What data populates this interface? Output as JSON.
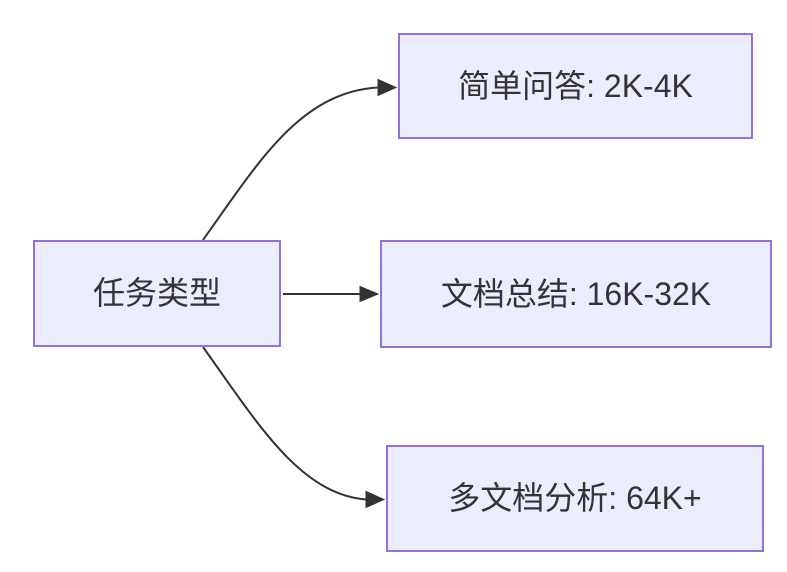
{
  "diagram": {
    "type": "flowchart",
    "direction": "left-to-right",
    "colors": {
      "node_fill": "#ECECFF",
      "node_border": "#9370DB",
      "edge": "#333333",
      "text": "#333333",
      "background": "#FFFFFF"
    },
    "nodes": [
      {
        "id": "task-type",
        "label": "任务类型"
      },
      {
        "id": "simple-qa",
        "label": "简单问答: 2K-4K"
      },
      {
        "id": "doc-summary",
        "label": "文档总结: 16K-32K"
      },
      {
        "id": "multi-doc",
        "label": "多文档分析: 64K+"
      }
    ],
    "edges": [
      {
        "from": "task-type",
        "to": "simple-qa"
      },
      {
        "from": "task-type",
        "to": "doc-summary"
      },
      {
        "from": "task-type",
        "to": "multi-doc"
      }
    ]
  }
}
